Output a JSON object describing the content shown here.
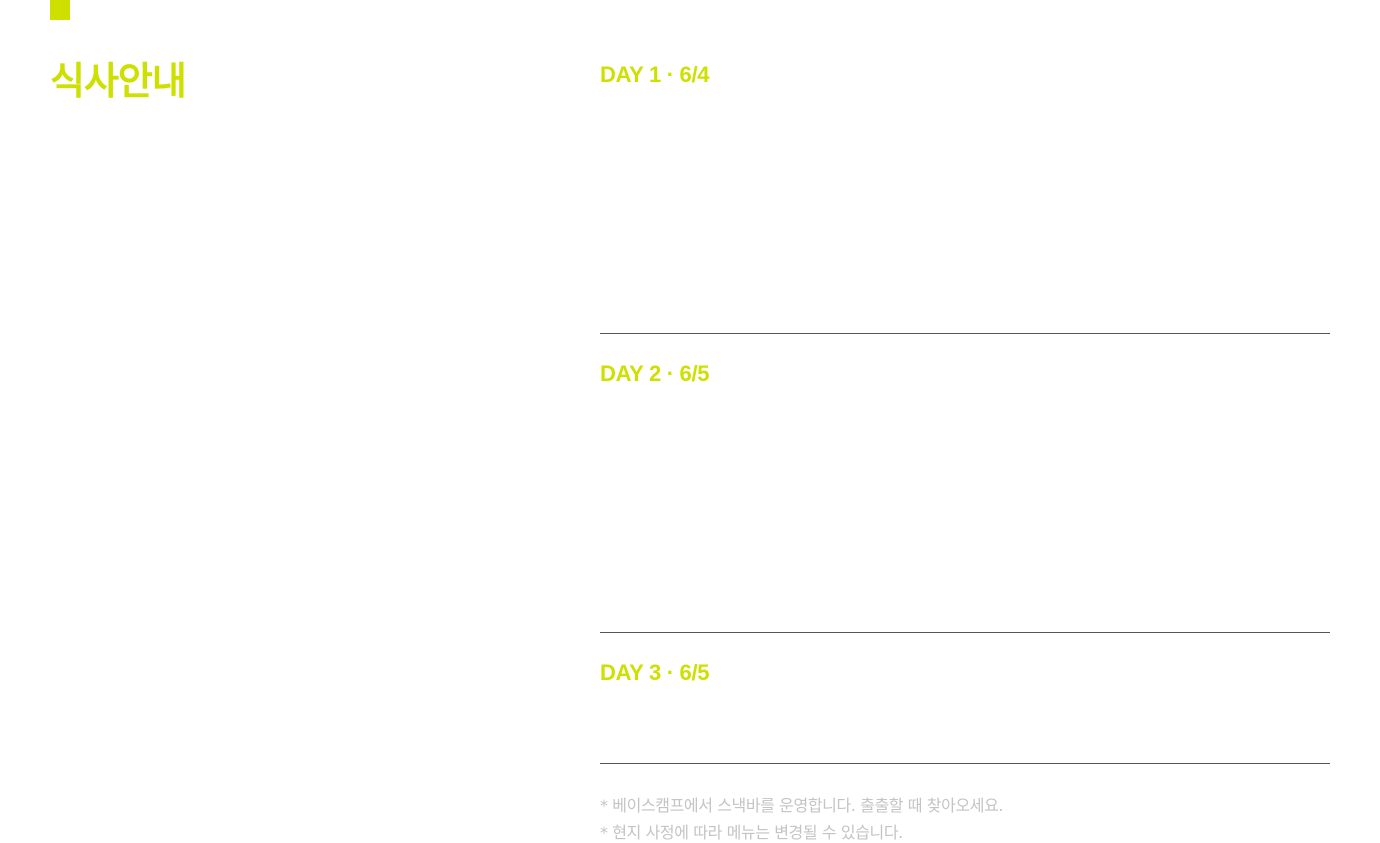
{
  "page": {
    "title": "식사안내",
    "accent_color": "#cde000"
  },
  "days": [
    {
      "label": "DAY 1 · 6/4"
    },
    {
      "label": "DAY 2 · 6/5"
    },
    {
      "label": "DAY 3 · 6/5"
    }
  ],
  "notes": [
    "* 베이스캠프에서 스낵바를 운영합니다. 출출할 때 찾아오세요.",
    "* 현지 사정에 따라 메뉴는 변경될 수 있습니다."
  ]
}
